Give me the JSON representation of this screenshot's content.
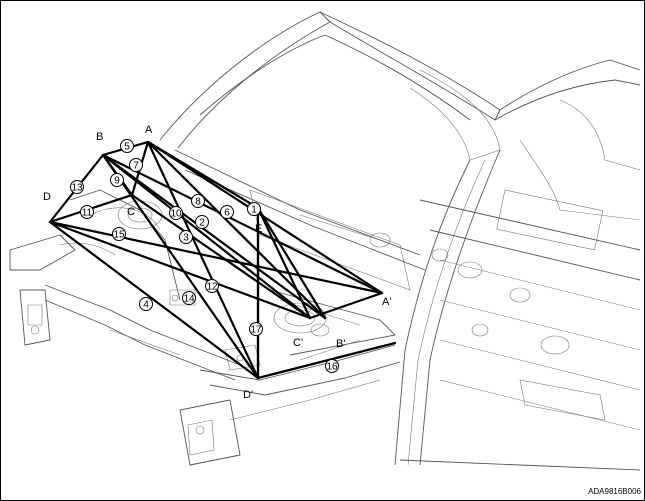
{
  "figure": {
    "code": "ADA9816B006",
    "point_labels": {
      "A": "A",
      "B": "B",
      "C": "C",
      "D": "D",
      "E": "E",
      "A_prime": "A'",
      "B_prime": "B'",
      "C_prime": "C'",
      "D_prime": "D'"
    },
    "dimension_labels": [
      "1",
      "2",
      "3",
      "4",
      "5",
      "6",
      "7",
      "8",
      "9",
      "10",
      "11",
      "12",
      "13",
      "14",
      "15",
      "16",
      "17"
    ]
  }
}
